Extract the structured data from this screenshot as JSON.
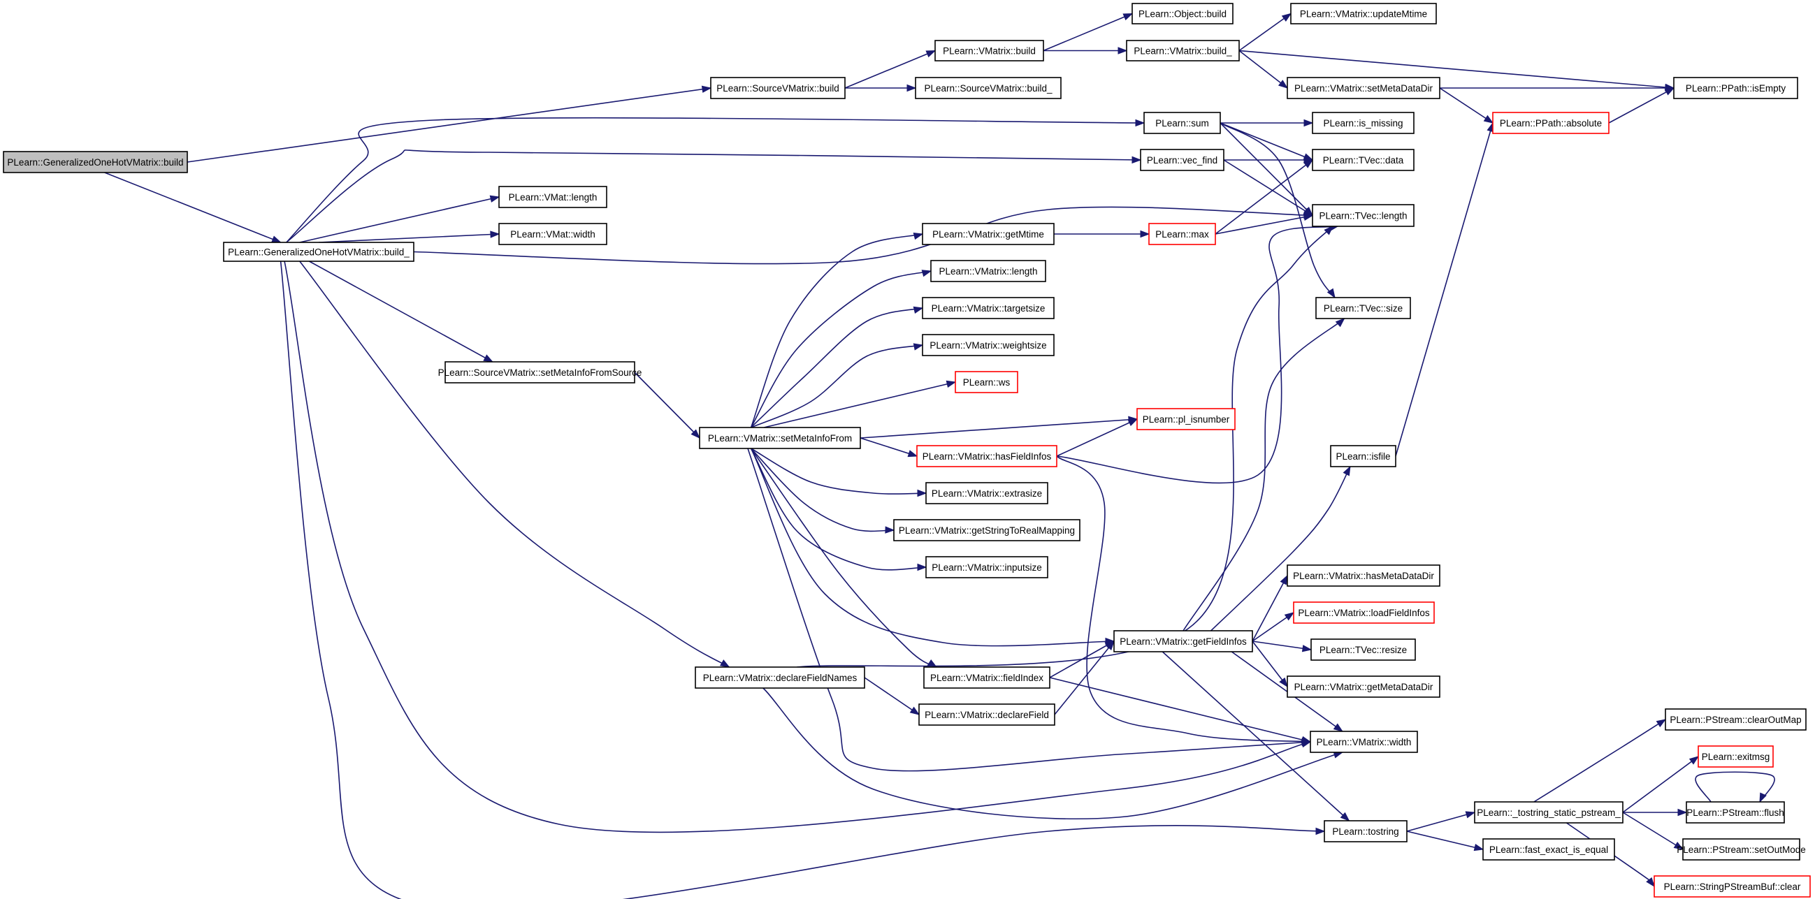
{
  "nodes": [
    {
      "id": "gen_build",
      "label": "PLearn::GeneralizedOneHotVMatrix::build",
      "root": true
    },
    {
      "id": "gen_build_",
      "label": "PLearn::GeneralizedOneHotVMatrix::build_"
    },
    {
      "id": "svm_build",
      "label": "PLearn::SourceVMatrix::build"
    },
    {
      "id": "svm_build_",
      "label": "PLearn::SourceVMatrix::build_"
    },
    {
      "id": "vm_build",
      "label": "PLearn::VMatrix::build"
    },
    {
      "id": "obj_build",
      "label": "PLearn::Object::build"
    },
    {
      "id": "vm_build_",
      "label": "PLearn::VMatrix::build_"
    },
    {
      "id": "vm_updateMtime",
      "label": "PLearn::VMatrix::updateMtime"
    },
    {
      "id": "vm_setMetaDataDir",
      "label": "PLearn::VMatrix::setMetaDataDir"
    },
    {
      "id": "ppath_isEmpty",
      "label": "PLearn::PPath::isEmpty"
    },
    {
      "id": "ppath_absolute",
      "label": "PLearn::PPath::absolute",
      "red": true
    },
    {
      "id": "sum",
      "label": "PLearn::sum"
    },
    {
      "id": "is_missing",
      "label": "PLearn::is_missing"
    },
    {
      "id": "vec_find",
      "label": "PLearn::vec_find"
    },
    {
      "id": "tvec_data",
      "label": "PLearn::TVec::data"
    },
    {
      "id": "tvec_length",
      "label": "PLearn::TVec::length"
    },
    {
      "id": "vmat_length",
      "label": "PLearn::VMat::length"
    },
    {
      "id": "vmat_width",
      "label": "PLearn::VMat::width"
    },
    {
      "id": "max",
      "label": "PLearn::max",
      "red": true
    },
    {
      "id": "vm_getMtime",
      "label": "PLearn::VMatrix::getMtime"
    },
    {
      "id": "vm_length",
      "label": "PLearn::VMatrix::length"
    },
    {
      "id": "vm_targetsize",
      "label": "PLearn::VMatrix::targetsize"
    },
    {
      "id": "vm_weightsize",
      "label": "PLearn::VMatrix::weightsize"
    },
    {
      "id": "ws",
      "label": "PLearn::ws",
      "red": true
    },
    {
      "id": "tvec_size",
      "label": "PLearn::TVec::size"
    },
    {
      "id": "svm_setMetaInfoFromSource",
      "label": "PLearn::SourceVMatrix::setMetaInfoFromSource"
    },
    {
      "id": "vm_setMetaInfoFrom",
      "label": "PLearn::VMatrix::setMetaInfoFrom"
    },
    {
      "id": "pl_isnumber",
      "label": "PLearn::pl_isnumber",
      "red": true
    },
    {
      "id": "vm_hasFieldInfos",
      "label": "PLearn::VMatrix::hasFieldInfos",
      "red": true
    },
    {
      "id": "isfile",
      "label": "PLearn::isfile"
    },
    {
      "id": "vm_extrasize",
      "label": "PLearn::VMatrix::extrasize"
    },
    {
      "id": "vm_getStringToRealMapping",
      "label": "PLearn::VMatrix::getStringToRealMapping"
    },
    {
      "id": "vm_inputsize",
      "label": "PLearn::VMatrix::inputsize"
    },
    {
      "id": "vm_hasMetaDataDir",
      "label": "PLearn::VMatrix::hasMetaDataDir"
    },
    {
      "id": "vm_loadFieldInfos",
      "label": "PLearn::VMatrix::loadFieldInfos",
      "red": true
    },
    {
      "id": "vm_getFieldInfos",
      "label": "PLearn::VMatrix::getFieldInfos"
    },
    {
      "id": "tvec_resize",
      "label": "PLearn::TVec::resize"
    },
    {
      "id": "vm_declareFieldNames",
      "label": "PLearn::VMatrix::declareFieldNames"
    },
    {
      "id": "vm_fieldIndex",
      "label": "PLearn::VMatrix::fieldIndex"
    },
    {
      "id": "vm_getMetaDataDir",
      "label": "PLearn::VMatrix::getMetaDataDir"
    },
    {
      "id": "vm_declareField",
      "label": "PLearn::VMatrix::declareField"
    },
    {
      "id": "vm_width",
      "label": "PLearn::VMatrix::width"
    },
    {
      "id": "ps_clearOutMap",
      "label": "PLearn::PStream::clearOutMap"
    },
    {
      "id": "exitmsg",
      "label": "PLearn::exitmsg",
      "red": true
    },
    {
      "id": "tostring_static",
      "label": "PLearn::_tostring_static_pstream_"
    },
    {
      "id": "ps_flush",
      "label": "PLearn::PStream::flush"
    },
    {
      "id": "tostring",
      "label": "PLearn::tostring"
    },
    {
      "id": "fast_exact_is_equal",
      "label": "PLearn::fast_exact_is_equal"
    },
    {
      "id": "ps_setOutMode",
      "label": "PLearn::PStream::setOutMode"
    },
    {
      "id": "spsb_clear",
      "label": "PLearn::StringPStreamBuf::clear",
      "red": true
    }
  ],
  "edges": [
    [
      "gen_build",
      "svm_build"
    ],
    [
      "gen_build",
      "gen_build_"
    ],
    [
      "svm_build",
      "vm_build"
    ],
    [
      "svm_build",
      "svm_build_"
    ],
    [
      "vm_build",
      "obj_build"
    ],
    [
      "vm_build",
      "vm_build_"
    ],
    [
      "vm_build_",
      "vm_updateMtime"
    ],
    [
      "vm_build_",
      "ppath_isEmpty"
    ],
    [
      "vm_build_",
      "vm_setMetaDataDir"
    ],
    [
      "vm_setMetaDataDir",
      "ppath_isEmpty"
    ],
    [
      "vm_setMetaDataDir",
      "ppath_absolute"
    ],
    [
      "ppath_absolute",
      "ppath_isEmpty"
    ],
    [
      "gen_build_",
      "sum"
    ],
    [
      "gen_build_",
      "vec_find"
    ],
    [
      "gen_build_",
      "vmat_length"
    ],
    [
      "gen_build_",
      "vmat_width"
    ],
    [
      "gen_build_",
      "tvec_length"
    ],
    [
      "gen_build_",
      "svm_setMetaInfoFromSource"
    ],
    [
      "gen_build_",
      "vm_declareFieldNames"
    ],
    [
      "gen_build_",
      "vm_width"
    ],
    [
      "gen_build_",
      "tostring"
    ],
    [
      "sum",
      "is_missing"
    ],
    [
      "sum",
      "tvec_data"
    ],
    [
      "sum",
      "tvec_length"
    ],
    [
      "sum",
      "tvec_size"
    ],
    [
      "vec_find",
      "tvec_data"
    ],
    [
      "vec_find",
      "tvec_length"
    ],
    [
      "max",
      "tvec_data"
    ],
    [
      "max",
      "tvec_length"
    ],
    [
      "svm_setMetaInfoFromSource",
      "vm_setMetaInfoFrom"
    ],
    [
      "vm_setMetaInfoFrom",
      "vm_getMtime"
    ],
    [
      "vm_setMetaInfoFrom",
      "vm_length"
    ],
    [
      "vm_setMetaInfoFrom",
      "vm_targetsize"
    ],
    [
      "vm_setMetaInfoFrom",
      "vm_weightsize"
    ],
    [
      "vm_setMetaInfoFrom",
      "ws"
    ],
    [
      "vm_setMetaInfoFrom",
      "pl_isnumber"
    ],
    [
      "vm_setMetaInfoFrom",
      "vm_hasFieldInfos"
    ],
    [
      "vm_setMetaInfoFrom",
      "vm_extrasize"
    ],
    [
      "vm_setMetaInfoFrom",
      "vm_getStringToRealMapping"
    ],
    [
      "vm_setMetaInfoFrom",
      "vm_inputsize"
    ],
    [
      "vm_setMetaInfoFrom",
      "vm_getFieldInfos"
    ],
    [
      "vm_setMetaInfoFrom",
      "vm_fieldIndex"
    ],
    [
      "vm_setMetaInfoFrom",
      "vm_width"
    ],
    [
      "vm_getMtime",
      "max"
    ],
    [
      "vm_hasFieldInfos",
      "pl_isnumber"
    ],
    [
      "vm_hasFieldInfos",
      "tvec_length"
    ],
    [
      "vm_hasFieldInfos",
      "vm_width"
    ],
    [
      "isfile",
      "ppath_absolute"
    ],
    [
      "vm_getFieldInfos",
      "tvec_size"
    ],
    [
      "vm_getFieldInfos",
      "isfile"
    ],
    [
      "vm_getFieldInfos",
      "vm_hasMetaDataDir"
    ],
    [
      "vm_getFieldInfos",
      "vm_loadFieldInfos"
    ],
    [
      "vm_getFieldInfos",
      "tvec_resize"
    ],
    [
      "vm_getFieldInfos",
      "vm_getMetaDataDir"
    ],
    [
      "vm_getFieldInfos",
      "vm_width"
    ],
    [
      "vm_getFieldInfos",
      "tostring"
    ],
    [
      "vm_declareFieldNames",
      "tvec_length"
    ],
    [
      "vm_declareFieldNames",
      "vm_declareField"
    ],
    [
      "vm_declareFieldNames",
      "vm_width"
    ],
    [
      "vm_fieldIndex",
      "vm_getFieldInfos"
    ],
    [
      "vm_fieldIndex",
      "vm_width"
    ],
    [
      "vm_declareField",
      "vm_getFieldInfos"
    ],
    [
      "tostring",
      "tostring_static"
    ],
    [
      "tostring",
      "fast_exact_is_equal"
    ],
    [
      "tostring_static",
      "ps_clearOutMap"
    ],
    [
      "tostring_static",
      "exitmsg"
    ],
    [
      "tostring_static",
      "ps_flush"
    ],
    [
      "tostring_static",
      "ps_setOutMode"
    ],
    [
      "tostring_static",
      "spsb_clear"
    ],
    [
      "ps_flush",
      "ps_flush"
    ]
  ]
}
